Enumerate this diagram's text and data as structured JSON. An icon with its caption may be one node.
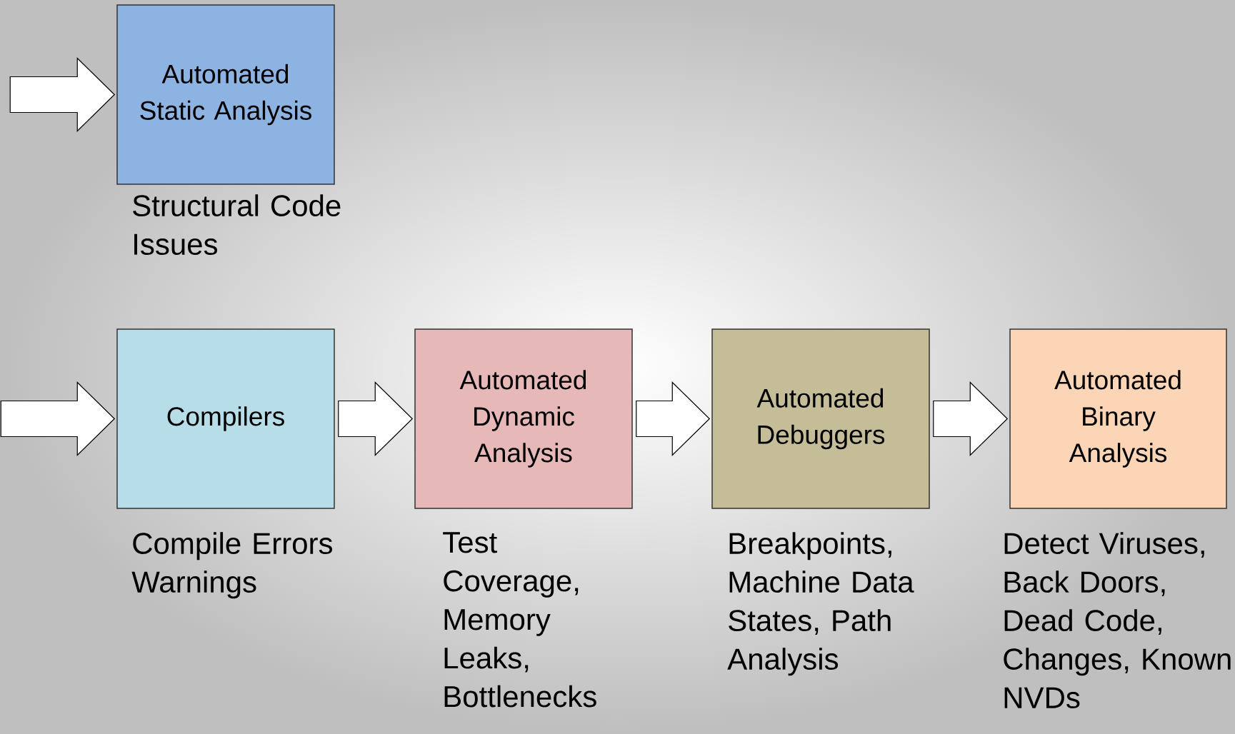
{
  "diagram": {
    "nodes": [
      {
        "text": [
          "Automated Static Analysis"
        ],
        "beside": [
          "Structural Code Issues"
        ]
      },
      {
        "text": [
          "Compilers"
        ],
        "beside": [
          "Compile Errors Warnings"
        ]
      },
      {
        "text": [
          "Automated Dynamic Analysis"
        ],
        "beside": [
          "Test Coverage, Memory Leaks, Bottlenecks"
        ]
      },
      {
        "text": [
          "Automated Debuggers"
        ],
        "beside": [
          "Breakpoints, Machine Data States, Path Analysis"
        ]
      },
      {
        "text": [
          "Automated Binary Analysis"
        ],
        "beside": [
          "Detect Viruses, Back Doors, Dead Code, Changes, Known NVDs"
        ]
      }
    ],
    "edges": [
      {
        "from": null,
        "to": 0,
        "arrow": "to"
      },
      {
        "from": null,
        "to": 1,
        "arrow": "to"
      },
      {
        "from": 1,
        "to": 2,
        "arrow": "to"
      },
      {
        "from": 2,
        "to": 3,
        "arrow": "to"
      },
      {
        "from": 3,
        "to": 4,
        "arrow": "to"
      }
    ]
  }
}
